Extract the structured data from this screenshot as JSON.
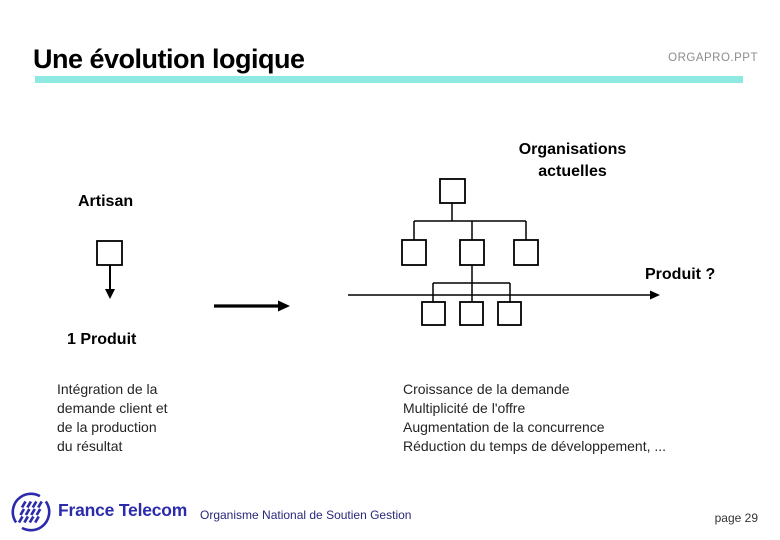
{
  "slide": {
    "title": "Une évolution logique",
    "filename": "ORGAPRO.PPT",
    "page_label": "page 29"
  },
  "labels": {
    "organisations": "Organisations\nactuelles",
    "artisan": "Artisan",
    "un_produit": "1 Produit",
    "produit_q": "Produit ?"
  },
  "notes": {
    "left": "Intégration de la\ndemande client et\nde la production\ndu résultat",
    "right": "Croissance de la demande\nMultiplicité de l'offre\nAugmentation de la concurrence\nRéduction du temps de développement, ..."
  },
  "footer": {
    "brand": "France Telecom",
    "org": "Organisme National de Soutien Gestion"
  },
  "icons": {
    "logo": "france-telecom-circle-hatch-logo"
  },
  "colors": {
    "accent_teal": "#8ee9e1",
    "brand_blue": "#2b2bab",
    "footer_navy": "#28287c",
    "muted_gray": "#8c8c8c",
    "ink": "#000000"
  }
}
